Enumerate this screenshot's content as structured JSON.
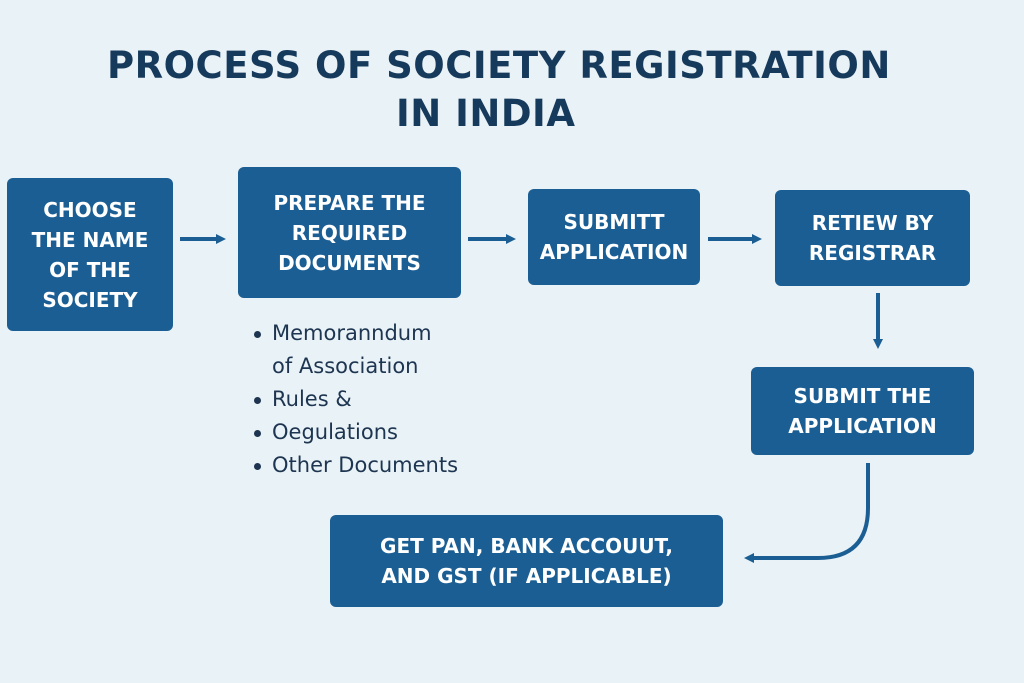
{
  "title": {
    "line1": "PROCESS OF SOCIETY REGISTRATION",
    "line2": "IN INDIA"
  },
  "steps": {
    "choose": "CHOOSE\nTHE NAME\nOF THE\nSOCIETY",
    "prepare": "PREPARE THE\nREQUIRED\nDOCUMENTS",
    "submitt": "SUBMITT\nAPPLICATION",
    "review": "RETIEW BY\nREGISTRAR",
    "submit": "SUBMIT THE\nAPPLICATION",
    "getpan": "GET PAN, BANK ACCOUUT,\nAND GST (IF APPLICABLE)"
  },
  "documents": [
    "Memoranndum",
    "of Association",
    "Rules &",
    "Oegulations",
    "Other Documents"
  ],
  "colors": {
    "background": "#e9f2f6",
    "box": "#1b5e93",
    "title": "#163a5c",
    "arrow": "#1b5e93"
  }
}
